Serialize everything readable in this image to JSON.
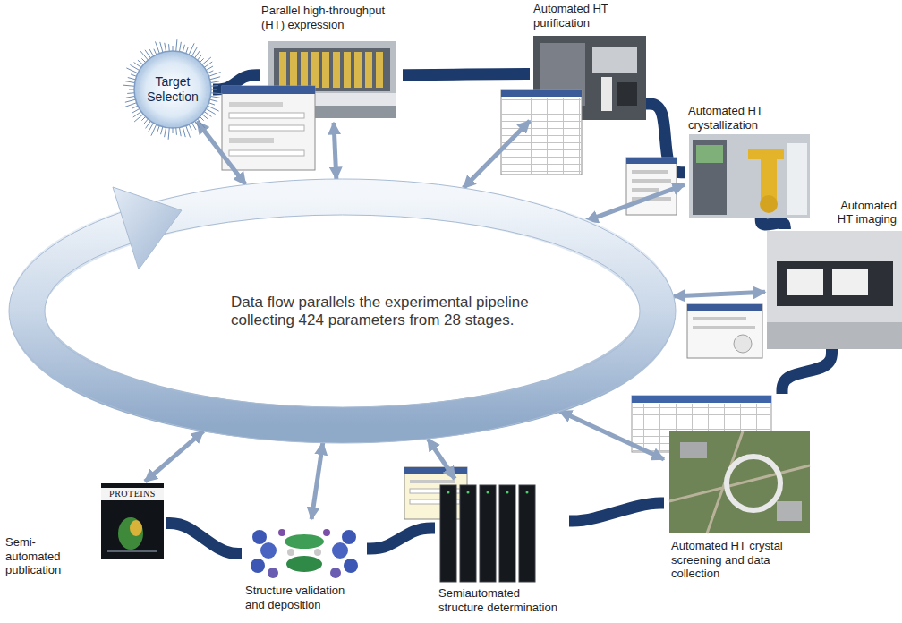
{
  "diagram": {
    "nodes": [
      {
        "text": [
          "Target Selection"
        ]
      },
      {
        "text": [
          "Parallel high-throughput (HT) expression"
        ]
      },
      {
        "text": [
          "Automated HT purification"
        ]
      },
      {
        "text": [
          "Automated HT crystallization"
        ]
      },
      {
        "text": [
          "Automated HT imaging"
        ]
      },
      {
        "text": [
          "Automated HT crystal screening and data collection"
        ]
      },
      {
        "text": [
          "Semiautomated structure determination"
        ]
      },
      {
        "text": [
          "Structure validation and deposition"
        ]
      },
      {
        "text": [
          "Semi- automated publication"
        ]
      },
      {
        "text": [
          "Data flow parallels the experimental pipeline collecting 424 parameters from 28 stages."
        ]
      }
    ],
    "edges": [
      {
        "from": 0,
        "to": 1,
        "arrow": "none"
      },
      {
        "from": 1,
        "to": 2,
        "arrow": "none"
      },
      {
        "from": 2,
        "to": 3,
        "arrow": "none"
      },
      {
        "from": 3,
        "to": 4,
        "arrow": "none"
      },
      {
        "from": 4,
        "to": 5,
        "arrow": "none"
      },
      {
        "from": 5,
        "to": 6,
        "arrow": "none"
      },
      {
        "from": 6,
        "to": 7,
        "arrow": "none"
      },
      {
        "from": 7,
        "to": 8,
        "arrow": "none"
      },
      {
        "from": 0,
        "to": 9,
        "arrow": "both"
      },
      {
        "from": 1,
        "to": 9,
        "arrow": "both"
      },
      {
        "from": 2,
        "to": 9,
        "arrow": "both"
      },
      {
        "from": 3,
        "to": 9,
        "arrow": "both"
      },
      {
        "from": 4,
        "to": 9,
        "arrow": "both"
      },
      {
        "from": 5,
        "to": 9,
        "arrow": "both"
      },
      {
        "from": 6,
        "to": 9,
        "arrow": "both"
      },
      {
        "from": 7,
        "to": 9,
        "arrow": "both"
      },
      {
        "from": 8,
        "to": 9,
        "arrow": "both"
      }
    ],
    "labels": [
      "PROTEINS"
    ]
  }
}
